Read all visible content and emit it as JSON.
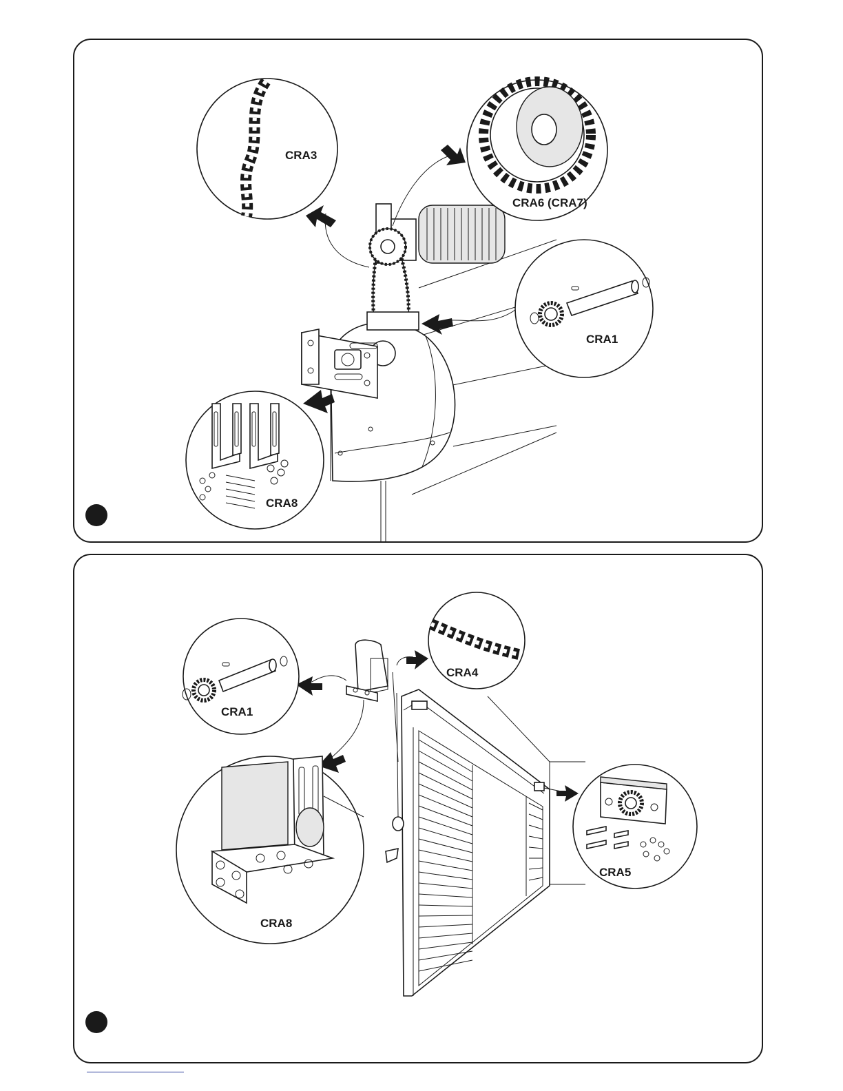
{
  "figure_1": {
    "callouts": {
      "chain": "CRA3",
      "sprocket": "CRA6 (CRA7)",
      "shaft": "CRA1",
      "brackets": "CRA8"
    }
  },
  "figure_2": {
    "callouts": {
      "shaft": "CRA1",
      "chain": "CRA4",
      "bracket": "CRA8",
      "guide": "CRA5"
    }
  },
  "colors": {
    "ink": "#1a1a1a",
    "paper": "#ffffff",
    "link_rule": "#2a3c9c"
  }
}
